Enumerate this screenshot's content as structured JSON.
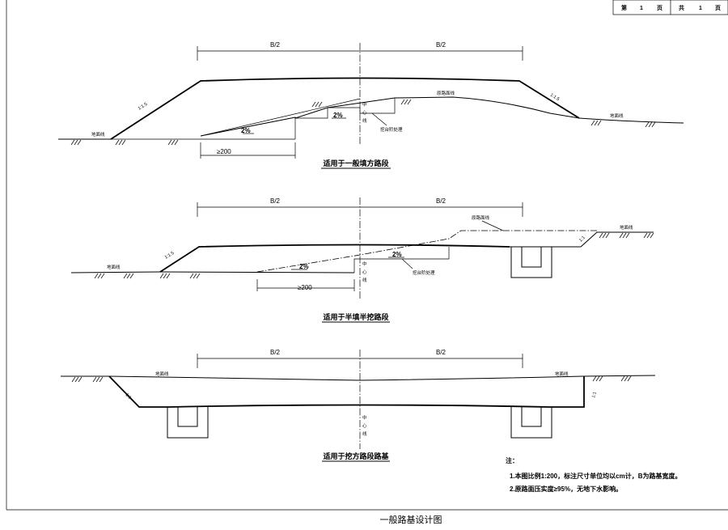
{
  "page_box": {
    "page_label_a": "第",
    "page_no": "1",
    "page_label_b": "页",
    "total_label_a": "共",
    "total_no": "1",
    "total_label_b": "页"
  },
  "common": {
    "half_width": "B/2",
    "ground_line": "地面线",
    "original_surface": "原路面线",
    "center_line_chars": [
      "中",
      "心",
      "线"
    ],
    "step_excavation": "挖台阶处理",
    "crossfall": "2%",
    "step_width": "≥200",
    "slope_fill": "1:1.5",
    "slope_cut": "1:1"
  },
  "sections": {
    "fill": {
      "caption": "适用于一般填方路段"
    },
    "half": {
      "caption": "适用于半填半挖路段"
    },
    "cut": {
      "caption": "适用于挖方路段路基"
    }
  },
  "notes": {
    "heading": "注：",
    "items": [
      "1.本图比例1:200，标注尺寸单位均以cm计，B为路基宽度。",
      "2.原路面压实度≥95%，无地下水影响。"
    ]
  },
  "drawing_title": "一般路基设计图"
}
